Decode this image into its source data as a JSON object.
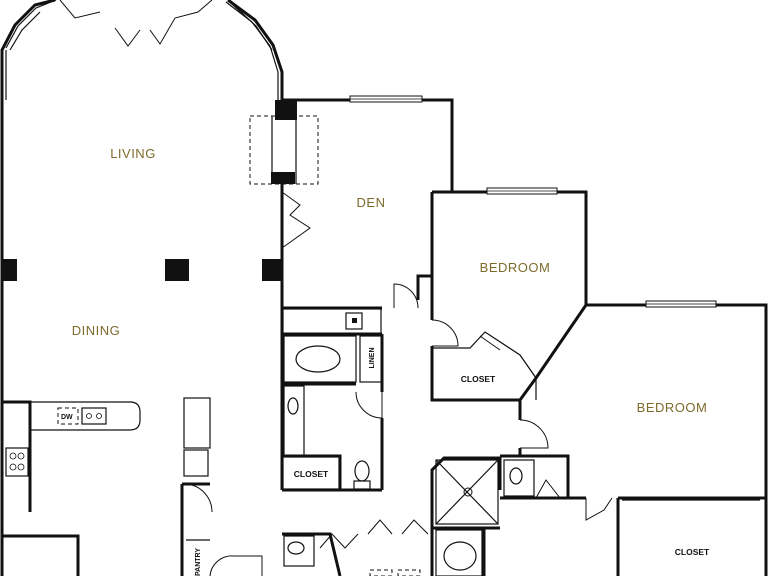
{
  "rooms": {
    "living": "LIVING",
    "dining": "DINING",
    "den": "DEN",
    "bedroom_1": "BEDROOM",
    "bedroom_2": "BEDROOM"
  },
  "fixtures": {
    "closet_bath": "CLOSET",
    "closet_bed1": "CLOSET",
    "closet_bed2": "CLOSET",
    "linen": "LINEN",
    "pantry": "PANTRY",
    "dishwasher": "DW"
  }
}
